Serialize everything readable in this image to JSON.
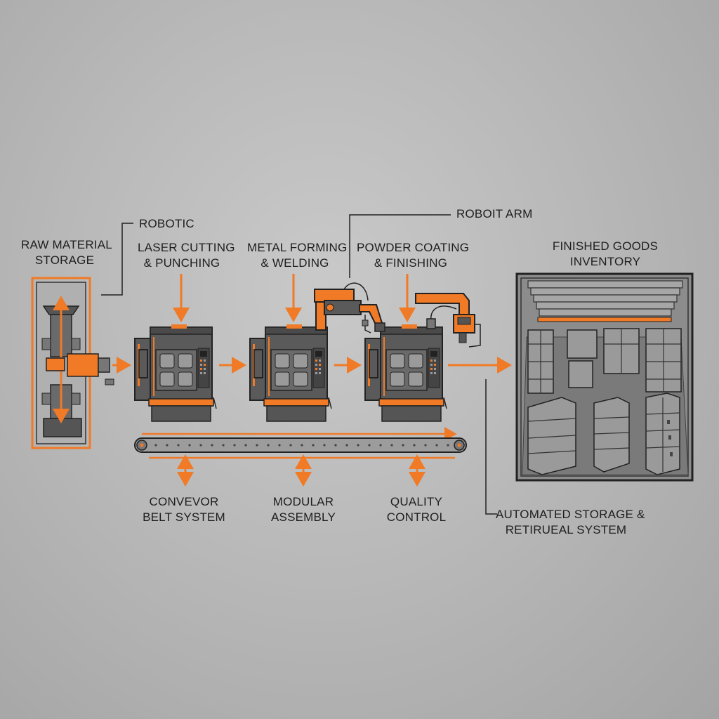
{
  "labels": {
    "raw_material_1": "RAW MATERIAL",
    "raw_material_2": "STORAGE",
    "robotic": "ROBOTIC",
    "laser_1": "LASER CUTTING",
    "laser_2": "& PUNCHING",
    "metal_1": "METAL FORMING",
    "metal_2": "& WELDING",
    "robot_arm": "ROBOIT ARM",
    "powder_1": "POWDER COATING",
    "powder_2": "& FINISHING",
    "finished_1": "FINISHED GOODS",
    "finished_2": "INVENTORY",
    "conveyor_1": "CONVEVOR",
    "conveyor_2": "BELT SYSTEM",
    "modular_1": "MODULAR",
    "modular_2": "ASSEMBLY",
    "quality_1": "QUALITY",
    "quality_2": "CONTROL",
    "asrs_1": "AUTOMATED STORAGE &",
    "asrs_2": "RETIRUEAL SYSTEM"
  },
  "colors": {
    "accent": "#f07a26",
    "machine_body": "#5a5a5a",
    "machine_dark": "#3e3e3e",
    "line": "#222222",
    "background": "#bdbdbd"
  }
}
